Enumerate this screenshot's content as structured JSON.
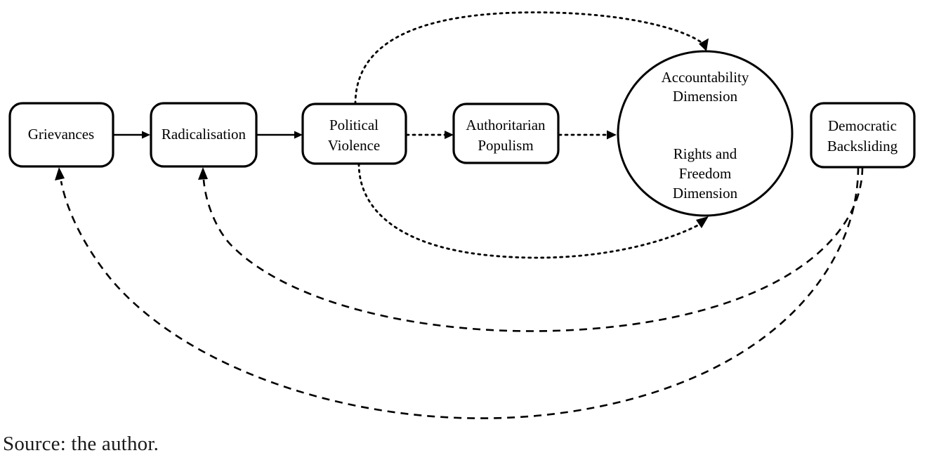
{
  "figure": {
    "caption": "Source: the author."
  },
  "nodes": [
    {
      "id": "grievances",
      "shape": "rounded-rect",
      "lines": [
        "Grievances"
      ]
    },
    {
      "id": "radicalisation",
      "shape": "rounded-rect",
      "lines": [
        "Radicalisation"
      ]
    },
    {
      "id": "political-violence",
      "shape": "rounded-rect",
      "lines": [
        "Political",
        "Violence"
      ]
    },
    {
      "id": "authoritarian-populism",
      "shape": "rounded-rect",
      "lines": [
        "Authoritarian",
        "Populism"
      ]
    },
    {
      "id": "democracy-ellipse",
      "shape": "ellipse",
      "lines_top": [
        "Accountability",
        "Dimension"
      ],
      "lines_bottom": [
        "Rights and",
        "Freedom",
        "Dimension"
      ]
    },
    {
      "id": "democratic-backsliding",
      "shape": "rounded-rect",
      "lines": [
        "Democratic",
        "Backsliding"
      ]
    }
  ],
  "edges": [
    {
      "id": "grievances-to-radicalisation",
      "style": "solid",
      "from": "grievances",
      "to": "radicalisation"
    },
    {
      "id": "radicalisation-to-political-violence",
      "style": "solid",
      "from": "radicalisation",
      "to": "political-violence"
    },
    {
      "id": "political-violence-to-authoritarian-populism",
      "style": "dotted",
      "from": "political-violence",
      "to": "authoritarian-populism"
    },
    {
      "id": "authoritarian-populism-to-democracy",
      "style": "dotted",
      "from": "authoritarian-populism",
      "to": "democracy-ellipse"
    },
    {
      "id": "political-violence-to-accountability-dimension",
      "style": "dotted",
      "from": "political-violence",
      "to": "democracy-ellipse"
    },
    {
      "id": "political-violence-to-rights-freedom-dimension",
      "style": "dotted",
      "from": "political-violence",
      "to": "democracy-ellipse"
    },
    {
      "id": "backsliding-to-radicalisation",
      "style": "dashed",
      "from": "democratic-backsliding",
      "to": "radicalisation"
    },
    {
      "id": "backsliding-to-grievances",
      "style": "dashed",
      "from": "democratic-backsliding",
      "to": "grievances"
    }
  ],
  "colors": {
    "stroke": "#000000",
    "fill": "#ffffff",
    "caption_text": "#1a1a1a"
  }
}
